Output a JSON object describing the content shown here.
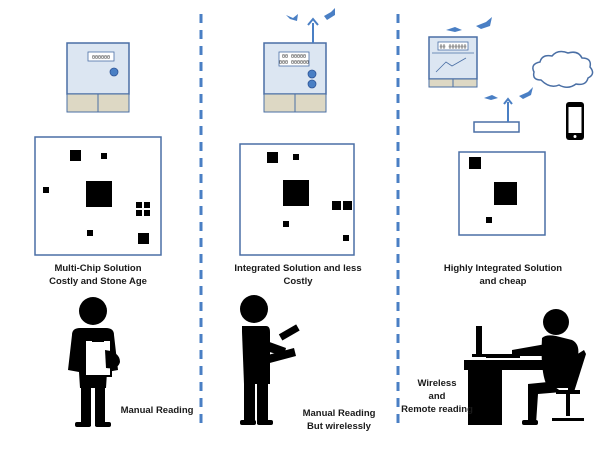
{
  "colors": {
    "divider": "#4a7fc4",
    "box_border": "#4a6fa5",
    "meter_face": "#dce6f2",
    "meter_base": "#ddd8c4",
    "chip": "#000000",
    "figure": "#000000",
    "antenna_blue": "#4a7fc4"
  },
  "panels": [
    {
      "caption_line1": "Multi-Chip Solution",
      "caption_line2": "Costly and Stone Age",
      "reading_label": "Manual Reading",
      "meter_display": "000000",
      "person_icon": "person-with-clipboard-icon"
    },
    {
      "caption_line1": "Integrated Solution and less",
      "caption_line2": "Costly",
      "reading_label_line1": "Manual Reading",
      "reading_label_line2": "But wirelessly",
      "meter_display_line1": "00 00000",
      "meter_display_line2": "000 000000",
      "person_icon": "person-with-handheld-reader-icon"
    },
    {
      "caption_line1": "Highly Integrated Solution",
      "caption_line2": "and cheap",
      "reading_label_line1": "Wireless",
      "reading_label_line2": "and",
      "reading_label_line3": "Remote reading",
      "meter_display": "00 000000",
      "person_icon": "person-at-computer-desk-icon",
      "extra_icons": [
        "router-icon",
        "cloud-icon",
        "smartphone-icon"
      ]
    }
  ]
}
